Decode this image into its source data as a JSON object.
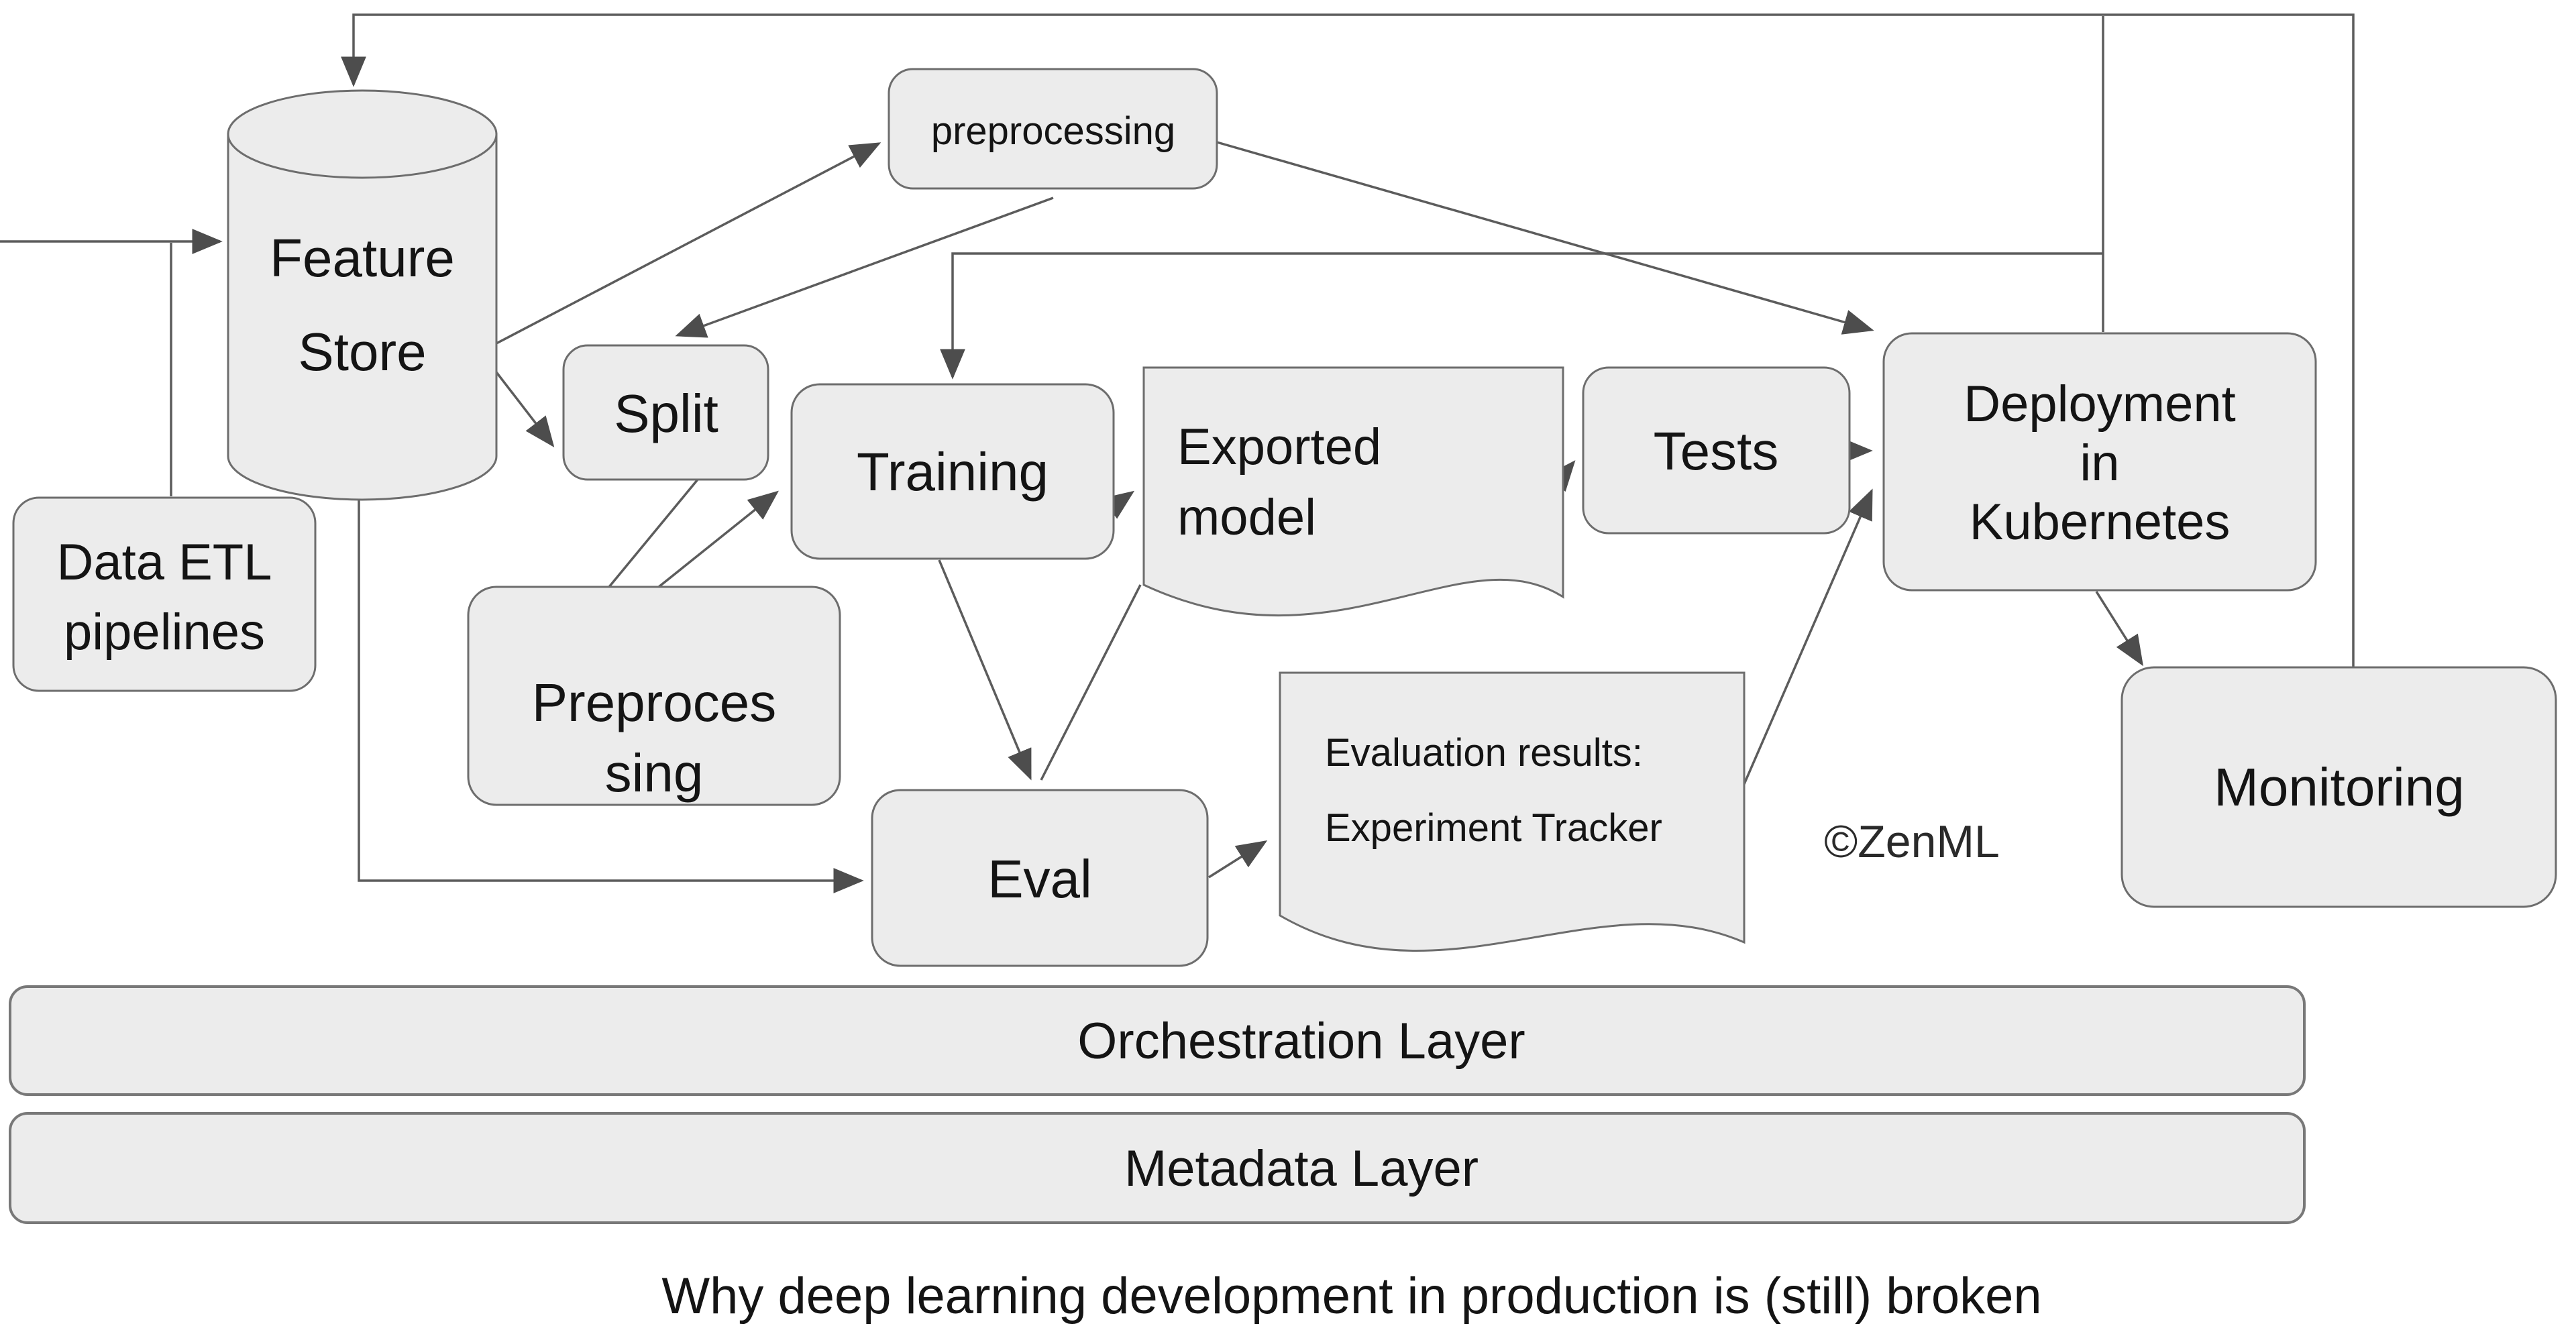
{
  "diagram": {
    "caption": "Why deep learning development in production is (still) broken",
    "watermark": "©ZenML",
    "colors": {
      "background": "#ffffff",
      "node_fill": "#ececec",
      "node_stroke": "#6d6d6d",
      "edge": "#5c5c5c",
      "arrowhead": "#4d4d4d",
      "text": "#141414"
    },
    "nodes": {
      "feature_store": {
        "lines": [
          "Feature",
          "Store"
        ]
      },
      "preprocessing_pipeline": {
        "label": "preprocessing"
      },
      "split": {
        "label": "Split"
      },
      "training": {
        "label": "Training"
      },
      "exported_model": {
        "lines": [
          "Exported",
          "model"
        ]
      },
      "tests": {
        "label": "Tests"
      },
      "deployment": {
        "lines": [
          "Deployment",
          "in",
          "Kubernetes"
        ]
      },
      "data_etl": {
        "lines": [
          "Data ETL",
          "pipelines"
        ]
      },
      "preprocessing_step": {
        "lines": [
          "Preproces",
          "sing"
        ]
      },
      "eval": {
        "label": "Eval"
      },
      "evaluation_results": {
        "lines": [
          "Evaluation results:",
          "Experiment Tracker"
        ]
      },
      "monitoring": {
        "label": "Monitoring"
      },
      "orchestration_layer": {
        "label": "Orchestration Layer"
      },
      "metadata_layer": {
        "label": "Metadata Layer"
      }
    }
  }
}
